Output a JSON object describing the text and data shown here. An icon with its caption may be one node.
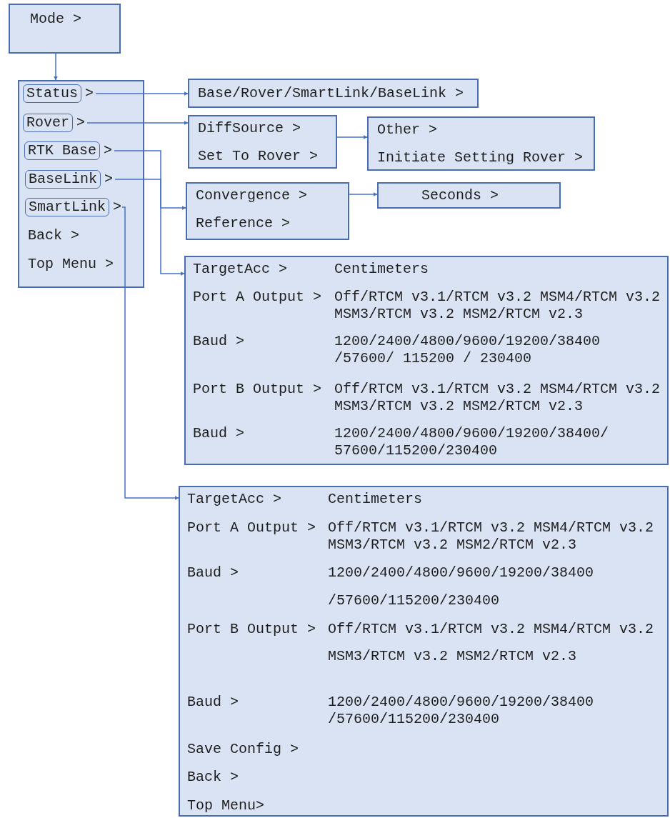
{
  "diagram": {
    "nodes": [
      {
        "text": [
          "Mode >"
        ]
      },
      {
        "text": [
          "Back >",
          "Top Menu >"
        ]
      },
      {
        "text": [
          "Status"
        ],
        "in": 1,
        "beside": [
          ">"
        ]
      },
      {
        "text": [
          "Rover"
        ],
        "in": 1,
        "beside": [
          ">"
        ]
      },
      {
        "text": [
          "RTK Base"
        ],
        "in": 1,
        "beside": [
          ">"
        ]
      },
      {
        "text": [
          "BaseLink"
        ],
        "in": 1,
        "beside": [
          ">"
        ]
      },
      {
        "text": [
          "SmartLink"
        ],
        "in": 1,
        "beside": [
          ">"
        ]
      },
      {
        "text": [
          "Base/Rover/SmartLink/BaseLink >"
        ]
      },
      {
        "text": [
          "DiffSource >",
          "Set To Rover >"
        ]
      },
      {
        "text": [
          "Other >",
          "Initiate Setting Rover >"
        ]
      },
      {
        "text": [
          "Convergence >",
          "Reference >"
        ]
      },
      {
        "text": [
          "Seconds >"
        ]
      },
      {
        "text": [
          "TargetAcc >",
          "Centimeters",
          "Port A Output >",
          "Off/RTCM v3.1/RTCM v3.2 MSM4/RTCM v3.2 MSM3/RTCM v3.2 MSM2/RTCM v2.3",
          "Baud >",
          "1200/2400/4800/9600/19200/38400 /57600/ 115200 / 230400",
          "Port B Output >",
          "Off/RTCM v3.1/RTCM v3.2 MSM4/RTCM v3.2 MSM3/RTCM v3.2 MSM2/RTCM v2.3",
          "Baud >",
          "1200/2400/4800/9600/19200/38400/ 57600/115200/230400"
        ]
      },
      {
        "text": [
          "TargetAcc >",
          "Centimeters",
          "Port A Output >",
          "Off/RTCM v3.1/RTCM v3.2 MSM4/RTCM v3.2 MSM3/RTCM v3.2 MSM2/RTCM v2.3",
          "Baud >",
          "1200/2400/4800/9600/19200/38400",
          "/57600/115200/230400",
          "Port B Output >",
          "Off/RTCM v3.1/RTCM v3.2 MSM4/RTCM v3.2",
          "MSM3/RTCM v3.2 MSM2/RTCM v2.3",
          "Baud >",
          "1200/2400/4800/9600/19200/38400 /57600/115200/230400",
          "Save Config >",
          "Back >",
          "Top Menu>"
        ]
      }
    ],
    "edges": [
      {
        "from": 0,
        "to": 1,
        "arrow": "to"
      },
      {
        "from": 2,
        "to": 7,
        "arrow": "to"
      },
      {
        "from": 3,
        "to": 8,
        "arrow": "to"
      },
      {
        "from": 8,
        "to": 9,
        "arrow": "to"
      },
      {
        "from": 4,
        "to": 12,
        "arrow": "to"
      },
      {
        "from": 5,
        "to": 10,
        "arrow": "to"
      },
      {
        "from": 10,
        "to": 11,
        "arrow": "to"
      },
      {
        "from": 6,
        "to": 13,
        "arrow": "to"
      }
    ]
  }
}
